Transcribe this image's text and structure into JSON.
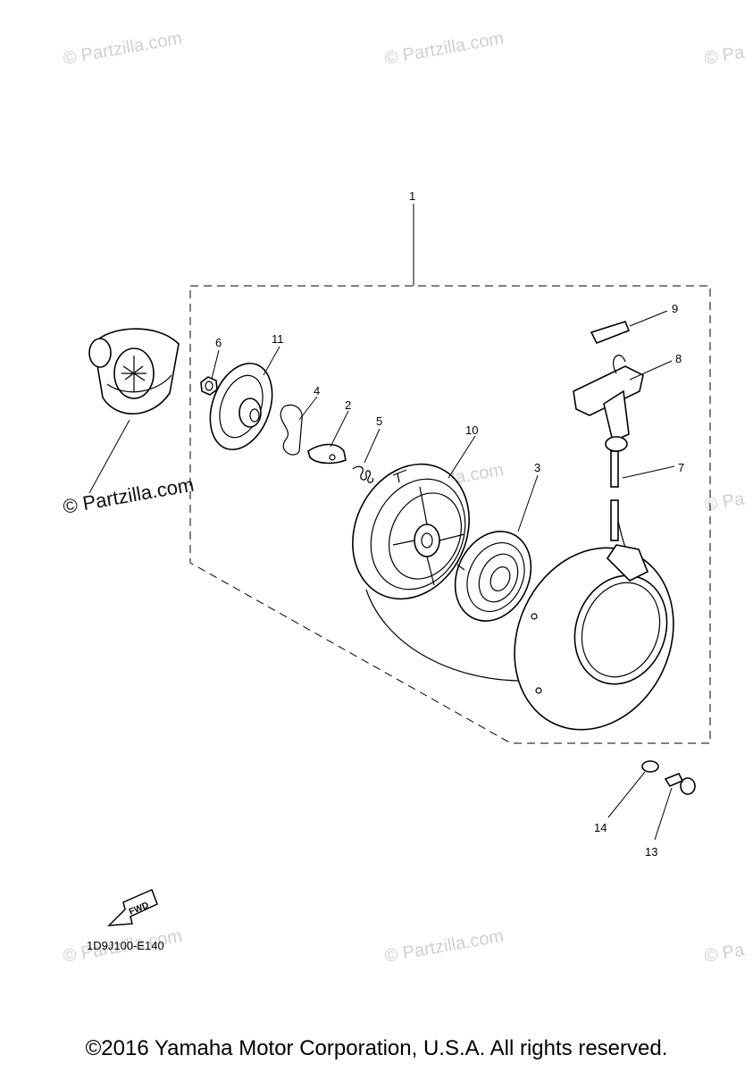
{
  "watermarks": {
    "partzilla_faint": "© Partzilla.com",
    "partzilla_faint_short": "© Pa",
    "partzilla_bold": "© Partzilla.com"
  },
  "callouts": [
    "1",
    "2",
    "3",
    "4",
    "5",
    "6",
    "7",
    "8",
    "9",
    "10",
    "11",
    "13",
    "14"
  ],
  "diagram_code": "1D9J100-E140",
  "fwd_label": "FWD",
  "copyright": "©2016 Yamaha Motor Corporation, U.S.A. All rights reserved."
}
